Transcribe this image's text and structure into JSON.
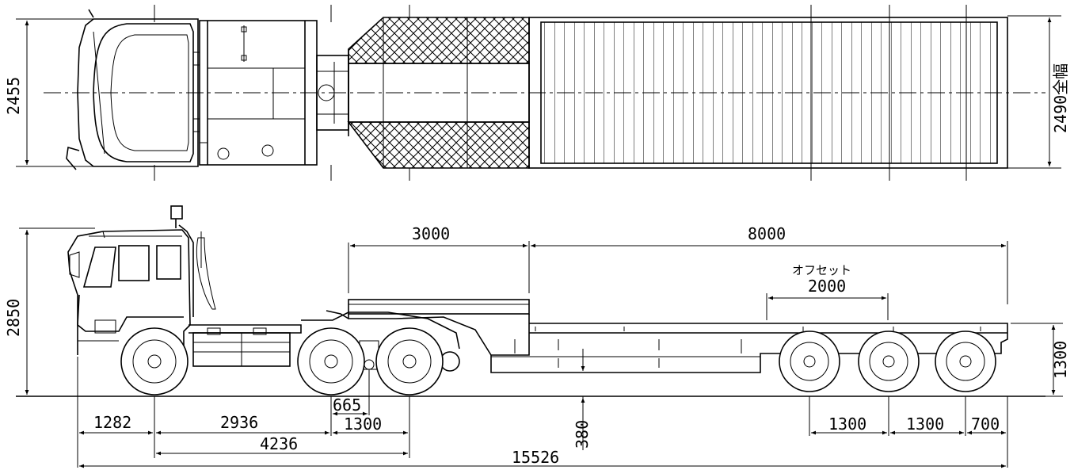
{
  "plan_view": {
    "width_label": "2455",
    "overall_width_label": "2490全幅"
  },
  "side_view": {
    "height_label": "2850",
    "deck_length_label": "3000",
    "lowbed_length_label": "8000",
    "offset_caption": "オフセット",
    "offset_label": "2000",
    "deck_height_label": "1300",
    "ground_clearance_label": "380",
    "front_overhang_label": "1282",
    "wheelbase_label": "2936",
    "kingpin_offset_label": "665",
    "tandem_spacing_label": "1300",
    "front_to_rear_axle_label": "4236",
    "overall_length_label": "15526",
    "trailer_axle_spacing_1_label": "1300",
    "trailer_axle_spacing_2_label": "1300",
    "rear_overhang_label": "700"
  }
}
